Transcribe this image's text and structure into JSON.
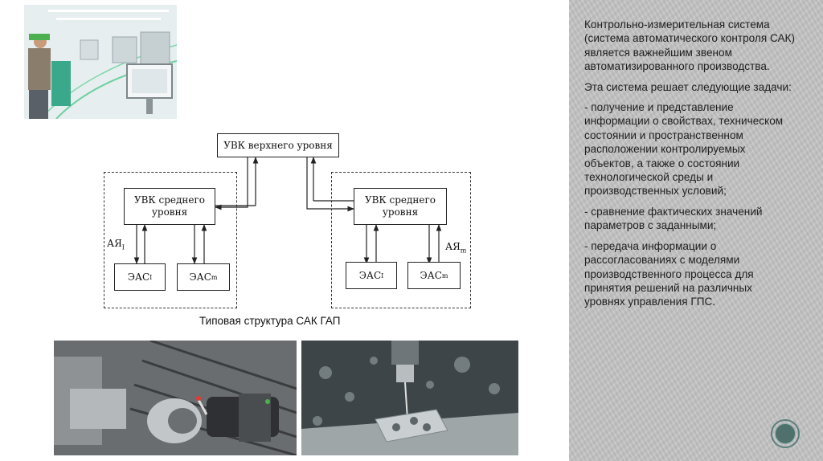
{
  "side_panel": {
    "paragraphs": [
      "Контрольно-измерительная система (система автоматического контроля САК) является важнейшим звеном автоматизированного производства.",
      "Эта система решает следующие задачи:",
      "- получение и представление информации о свойствах, техническом состоянии и пространственном расположении контролируемых объектов, а также о состоянии технологической среды и производственных условий;",
      "- сравнение фактических значений параметров с заданными;",
      "- передача информации о рассогласованиях с моделями производственного процесса для принятия решений на различных уровнях управления ГПС."
    ]
  },
  "diagram": {
    "top_box": "УВК верхнего уровня",
    "left_mid_box": [
      "УВК среднего",
      "уровня"
    ],
    "right_mid_box": [
      "УВК среднего",
      "уровня"
    ],
    "left_eas1": {
      "text": "ЭАС",
      "sub": "I"
    },
    "left_easm": {
      "text": "ЭАС",
      "sub": "m"
    },
    "right_eas1": {
      "text": "ЭАС",
      "sub": "I"
    },
    "right_easm": {
      "text": "ЭАС",
      "sub": "m"
    },
    "left_ay": {
      "text": "АЯ",
      "sub": "I"
    },
    "right_ay": {
      "text": "АЯ",
      "sub": "m"
    },
    "caption": "Типовая структура САК ГАП"
  },
  "colors": {
    "panel": "#c4c4c4",
    "badge": "#4f706d"
  }
}
